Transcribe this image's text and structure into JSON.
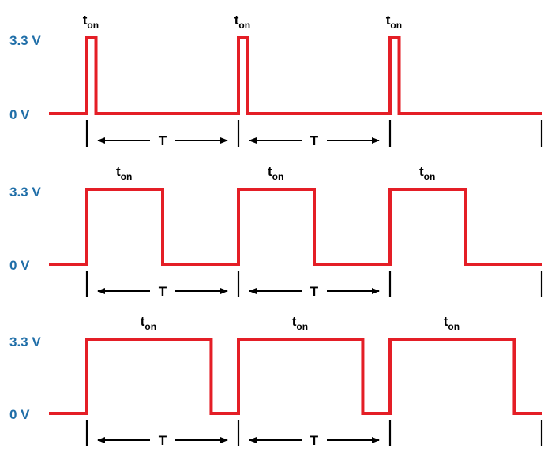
{
  "colors": {
    "signal": "#e41e26",
    "voltage_label": "#1f6ea8",
    "annotation": "#000000",
    "background": "#ffffff"
  },
  "labels": {
    "high_level": "3.3 V",
    "low_level": "0 V",
    "pulse_width_main": "t",
    "pulse_width_sub": "on",
    "period": "T"
  },
  "waveforms": [
    {
      "name": "short-duty-waveform",
      "duty_fraction": 0.06
    },
    {
      "name": "half-duty-waveform",
      "duty_fraction": 0.5
    },
    {
      "name": "long-duty-waveform",
      "duty_fraction": 0.82
    }
  ],
  "periods_per_waveform": 3
}
